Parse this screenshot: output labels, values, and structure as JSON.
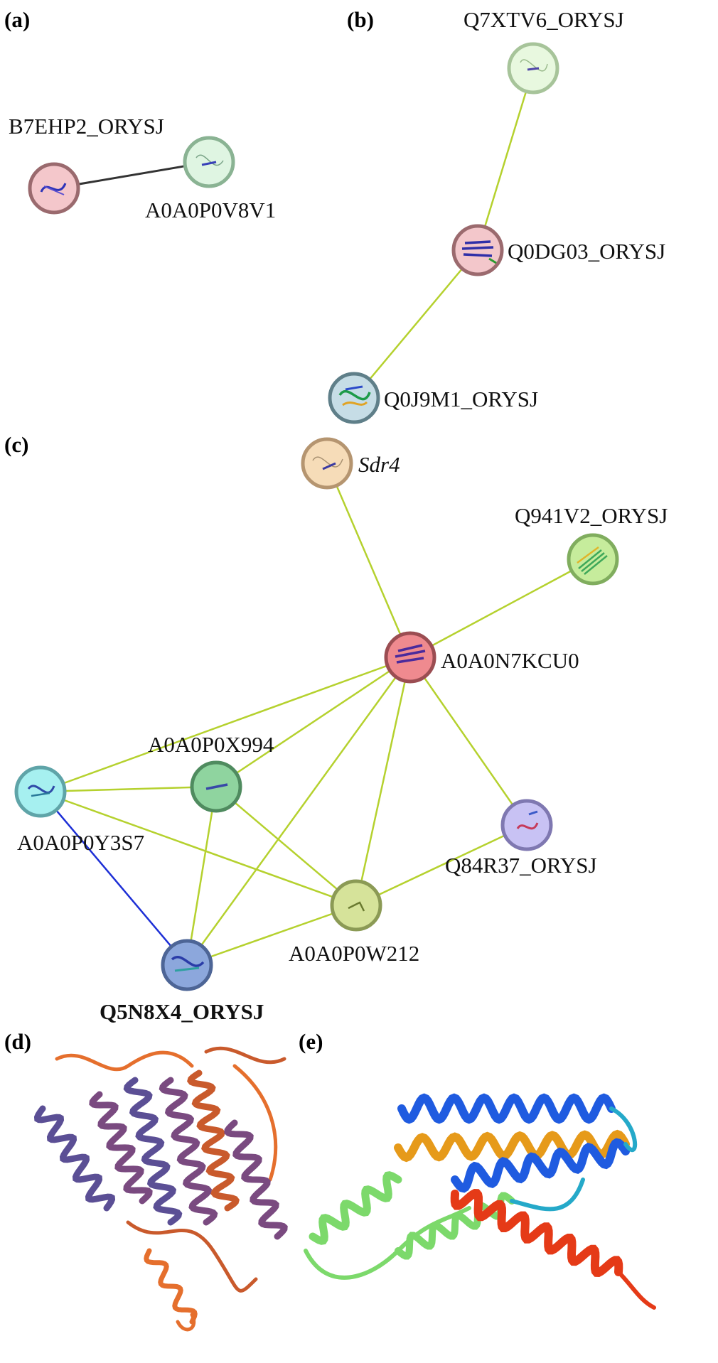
{
  "panels": {
    "a": "(a)",
    "b": "(b)",
    "c": "(c)",
    "d": "(d)",
    "e": "(e)"
  },
  "network_a": {
    "nodes": {
      "b7ehp2": {
        "label": "B7EHP2_ORYSJ",
        "color": "#f4c7cb",
        "ring": "#9a6a6e"
      },
      "a0a0p0v8v1": {
        "label": "A0A0P0V8V1",
        "color": "#dff5e2",
        "ring": "#8ab393"
      }
    },
    "edges": [
      {
        "from": "b7ehp2",
        "to": "a0a0p0v8v1",
        "color": "#333333"
      }
    ]
  },
  "network_b": {
    "nodes": {
      "q7xtv6": {
        "label": "Q7XTV6_ORYSJ",
        "color": "#e8f8df",
        "ring": "#a7c49a"
      },
      "q0dg03": {
        "label": "Q0DG03_ORYSJ",
        "color": "#f3c7cb",
        "ring": "#9b6a6e"
      },
      "q0j9m1": {
        "label": "Q0J9M1_ORYSJ",
        "color": "#c6dde6",
        "ring": "#5f7f89"
      }
    },
    "edges": [
      {
        "from": "q7xtv6",
        "to": "q0dg03",
        "color": "#b5d12e"
      },
      {
        "from": "q0dg03",
        "to": "q0j9m1",
        "color": "#b5d12e"
      }
    ]
  },
  "network_c": {
    "nodes": {
      "sdr4": {
        "label": "Sdr4",
        "color": "#f6dcb8",
        "ring": "#b59570"
      },
      "q941v2": {
        "label": "Q941V2_ORYSJ",
        "color": "#c6ec9c",
        "ring": "#80ad5e"
      },
      "a0a0n7kcu0": {
        "label": "A0A0N7KCU0",
        "color": "#ef8a8f",
        "ring": "#9b4d52"
      },
      "a0a0p0x994": {
        "label": "A0A0P0X994",
        "color": "#8fd49f",
        "ring": "#4f8b5f"
      },
      "a0a0p0y3s7": {
        "label": "A0A0P0Y3S7",
        "color": "#a6f0f0",
        "ring": "#5fa4a8"
      },
      "q84r37": {
        "label": "Q84R37_ORYSJ",
        "color": "#c8c2f4",
        "ring": "#7f78b1"
      },
      "a0a0p0w212": {
        "label": "A0A0P0W212",
        "color": "#d6e39a",
        "ring": "#8b9a55"
      },
      "q5n8x4": {
        "label": "Q5N8X4_ORYSJ",
        "color": "#8ca7dc",
        "ring": "#4d6596"
      }
    },
    "edges": [
      {
        "from": "sdr4",
        "to": "a0a0n7kcu0",
        "color": "#b5d12e"
      },
      {
        "from": "q941v2",
        "to": "a0a0n7kcu0",
        "color": "#b5d12e"
      },
      {
        "from": "a0a0n7kcu0",
        "to": "a0a0p0y3s7",
        "color": "#b5d12e"
      },
      {
        "from": "a0a0n7kcu0",
        "to": "a0a0p0x994",
        "color": "#b5d12e"
      },
      {
        "from": "a0a0n7kcu0",
        "to": "q5n8x4",
        "color": "#b5d12e"
      },
      {
        "from": "a0a0n7kcu0",
        "to": "a0a0p0w212",
        "color": "#b5d12e"
      },
      {
        "from": "a0a0n7kcu0",
        "to": "q84r37",
        "color": "#b5d12e"
      },
      {
        "from": "a0a0p0y3s7",
        "to": "a0a0p0x994",
        "color": "#b5d12e"
      },
      {
        "from": "a0a0p0y3s7",
        "to": "a0a0p0w212",
        "color": "#b5d12e"
      },
      {
        "from": "a0a0p0y3s7",
        "to": "q5n8x4",
        "color": "#1d2fd6"
      },
      {
        "from": "a0a0p0x994",
        "to": "a0a0p0w212",
        "color": "#b5d12e"
      },
      {
        "from": "a0a0p0x994",
        "to": "q5n8x4",
        "color": "#b5d12e"
      },
      {
        "from": "a0a0p0w212",
        "to": "q84r37",
        "color": "#b5d12e"
      },
      {
        "from": "a0a0p0w212",
        "to": "q5n8x4",
        "color": "#b5d12e"
      }
    ]
  },
  "structures": {
    "d_palette": [
      "#5b4f95",
      "#7a4a80",
      "#c95a2c",
      "#e56f2d"
    ],
    "e_palette": [
      "#1f5be0",
      "#25a9c9",
      "#7cd96b",
      "#e69a1a",
      "#e53a17"
    ]
  }
}
